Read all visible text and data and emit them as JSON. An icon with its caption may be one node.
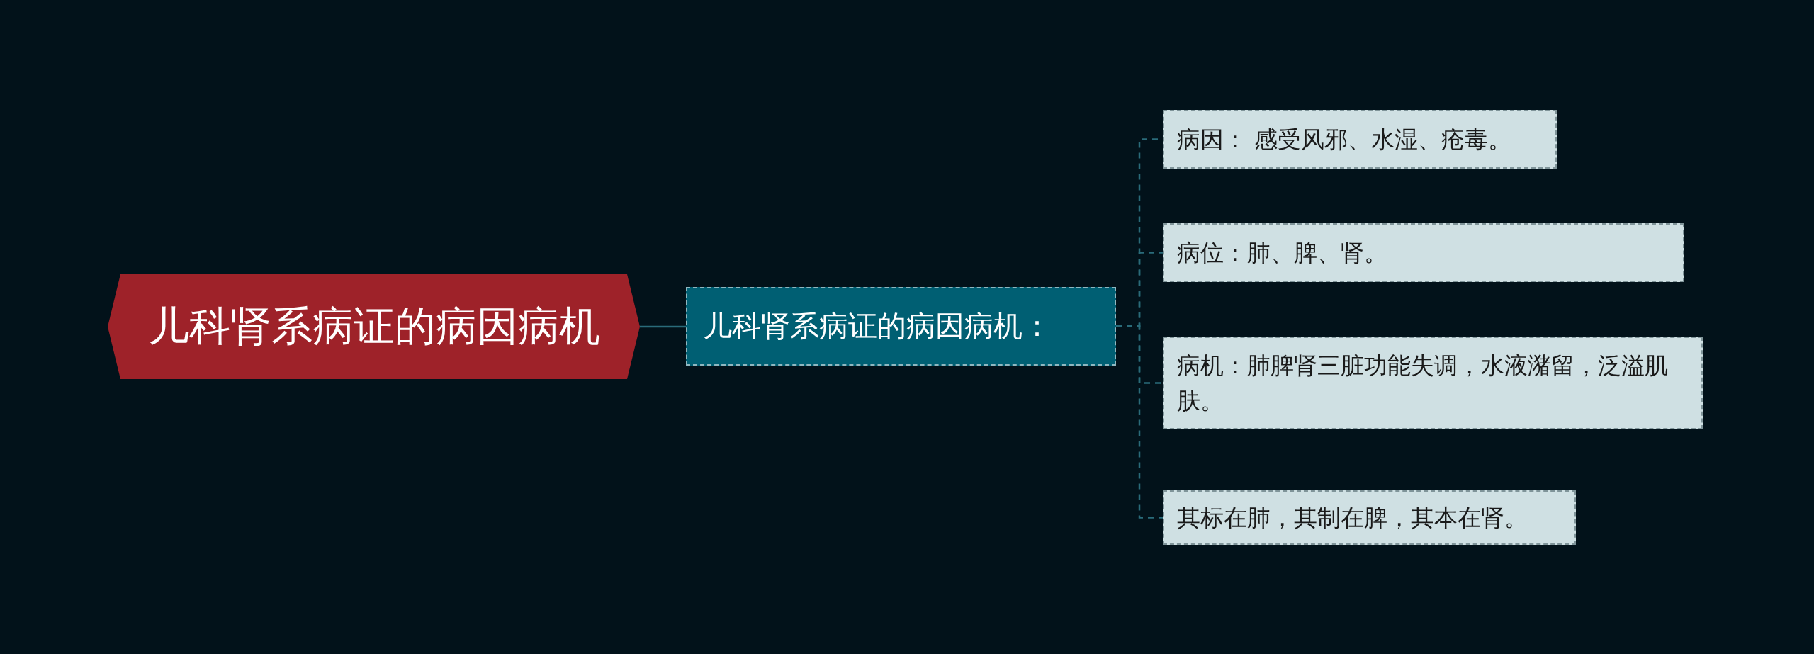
{
  "diagram": {
    "nodes": [
      {
        "text": [
          "儿科肾系病证的病因病机"
        ]
      },
      {
        "text": [
          "儿科肾系病证的病因病机："
        ]
      },
      {
        "text": [
          "病因： 感受风邪、水湿、疮毒。"
        ]
      },
      {
        "text": [
          "病位：肺、脾、肾。"
        ]
      },
      {
        "text": [
          "病机：肺脾肾三脏功能失调，水液潴留，泛溢肌肤。"
        ]
      },
      {
        "text": [
          "其标在肺，其制在脾，其本在肾。"
        ]
      }
    ],
    "edges": [
      {
        "from": 0,
        "to": 1,
        "arrow": "none"
      },
      {
        "from": 1,
        "to": 2,
        "arrow": "none",
        "style": "dashed"
      },
      {
        "from": 1,
        "to": 3,
        "arrow": "none",
        "style": "dashed"
      },
      {
        "from": 1,
        "to": 4,
        "arrow": "none",
        "style": "dashed"
      },
      {
        "from": 1,
        "to": 5,
        "arrow": "none",
        "style": "dashed"
      }
    ]
  }
}
